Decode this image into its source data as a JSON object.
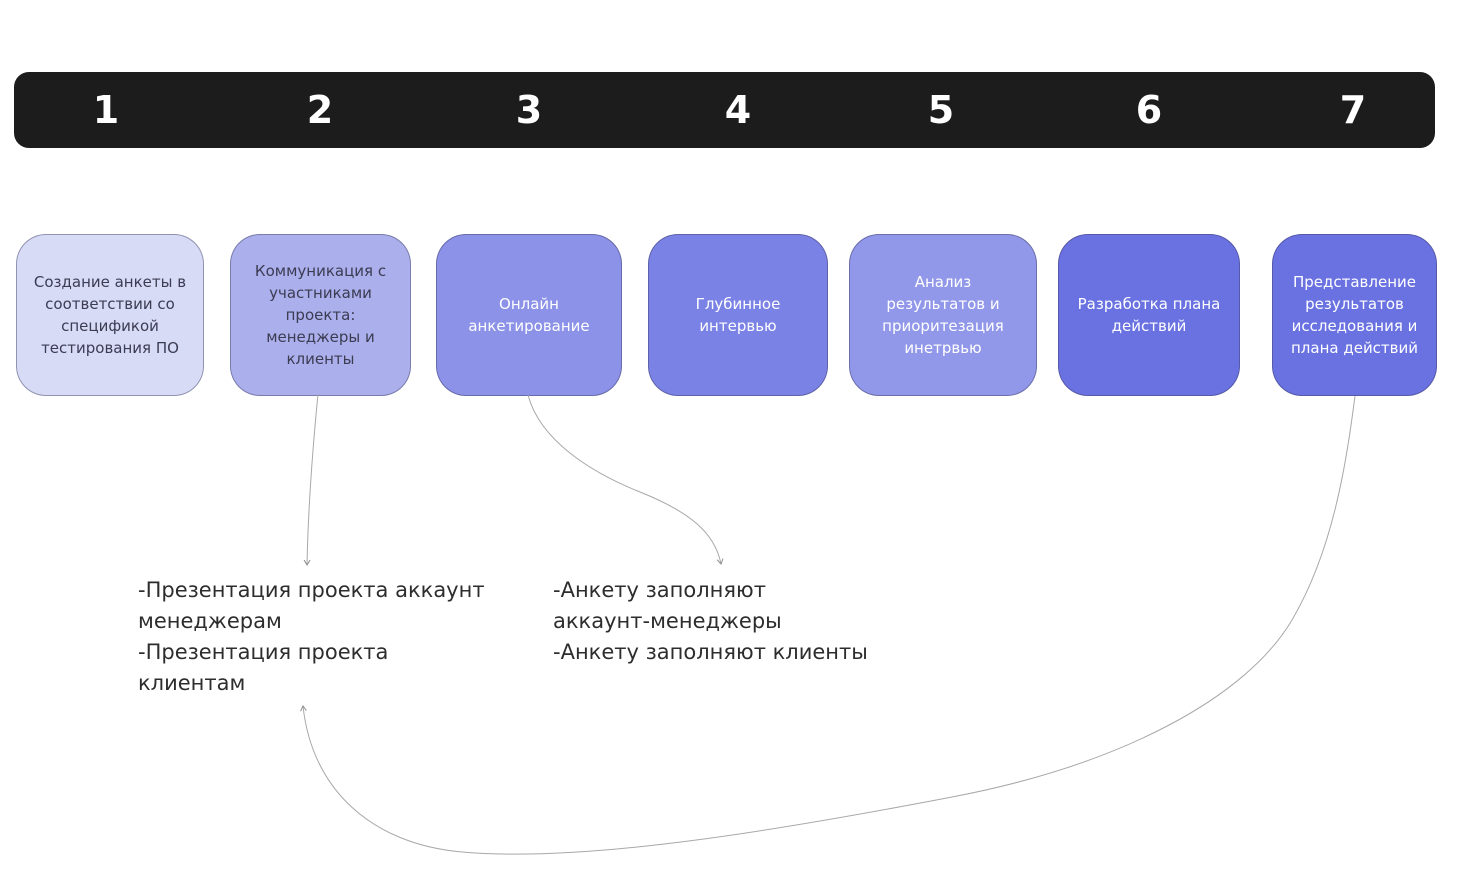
{
  "colors": {
    "background": "#ffffff",
    "bar_background": "#1c1c1c",
    "bar_text": "#ffffff",
    "connector_line": "#a8a8a8",
    "annotation_text": "#2d2d2d"
  },
  "steps": [
    {
      "number": "1",
      "label": "Создание анкеты в соответствии со спецификой тестирования ПО",
      "card_bg": "#d8dbf6",
      "card_text": "#3b3b52"
    },
    {
      "number": "2",
      "label": "Коммуникация с участниками проекта: менеджеры и клиенты",
      "card_bg": "#abb0ec",
      "card_text": "#3b3b52"
    },
    {
      "number": "3",
      "label": "Онлайн анкетирование",
      "card_bg": "#8b92e7",
      "card_text": "#ffffff"
    },
    {
      "number": "4",
      "label": "Глубинное интервью",
      "card_bg": "#7b82e5",
      "card_text": "#ffffff"
    },
    {
      "number": "5",
      "label": "Анализ результатов и приоритезация инетрвью",
      "card_bg": "#9298e9",
      "card_text": "#ffffff"
    },
    {
      "number": "6",
      "label": "Разработка плана действий",
      "card_bg": "#6a72e2",
      "card_text": "#ffffff"
    },
    {
      "number": "7",
      "label": "Представление результатов исследования и плана действий",
      "card_bg": "#6a72e2",
      "card_text": "#ffffff"
    }
  ],
  "annotations": {
    "step2_notes": {
      "lines": [
        "-Презентация проекта аккаунт",
        "менеджерам",
        "-Презентация проекта",
        "клиентам"
      ]
    },
    "step3_notes": {
      "lines": [
        "-Анкету заполняют",
        "аккаунт-менеджеры",
        "-Анкету заполняют клиенты"
      ]
    }
  }
}
